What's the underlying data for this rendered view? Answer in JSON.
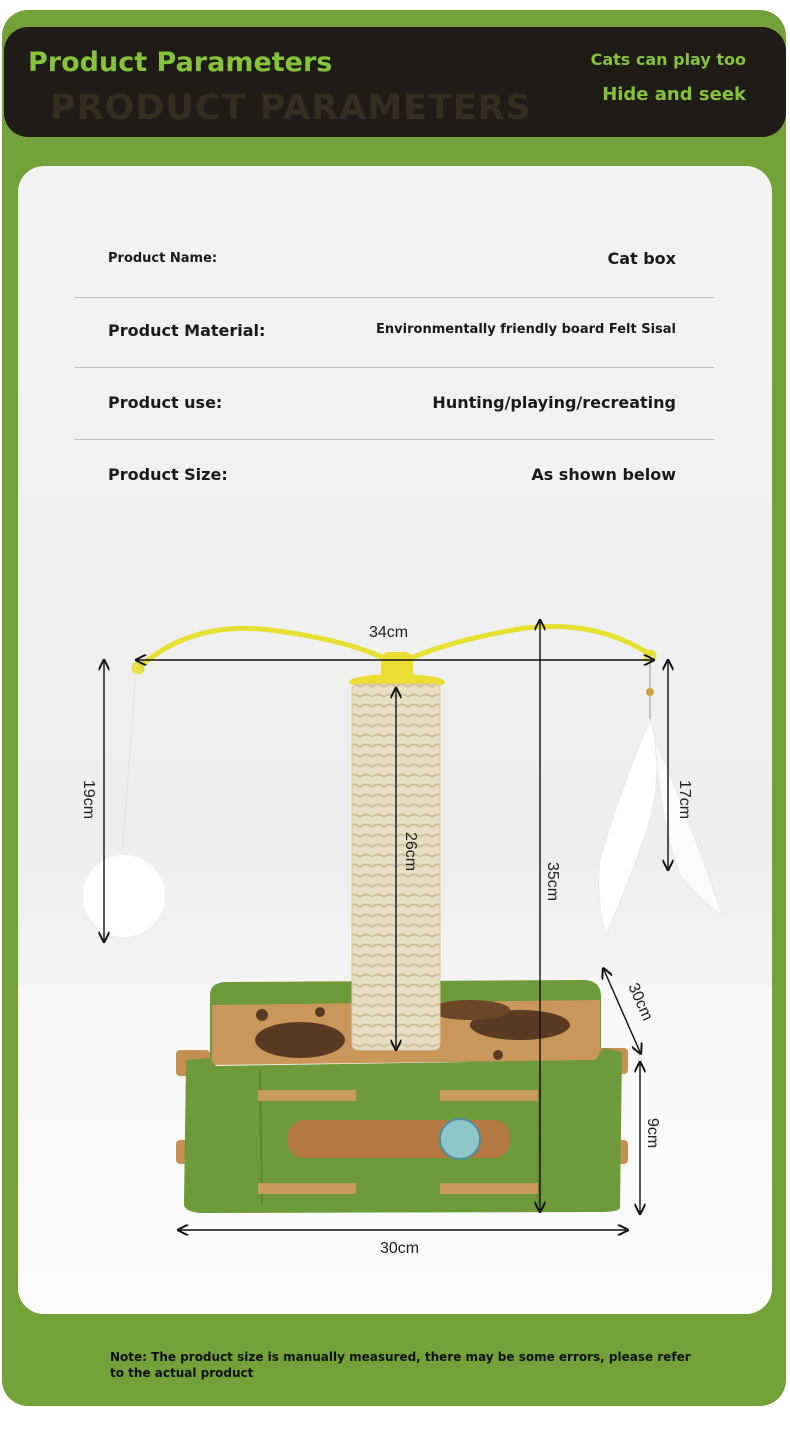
{
  "header": {
    "title": "Product Parameters",
    "title_shadow": "PRODUCT PARAMETERS",
    "tagline_1": "Cats can play too",
    "tagline_2": "Hide and seek"
  },
  "parameters": [
    {
      "label": "Product Name:",
      "value": "Cat box"
    },
    {
      "label": "Product Material:",
      "value": "Environmentally friendly board Felt Sisal"
    },
    {
      "label": "Product use:",
      "value": "Hunting/playing/recreating"
    },
    {
      "label": "Product Size:",
      "value": "As shown below"
    }
  ],
  "dimensions": {
    "width_top": "34cm",
    "left_drop": "19cm",
    "right_drop": "17cm",
    "post_height": "26cm",
    "total_height": "35cm",
    "depth": "30cm",
    "base_height": "9cm",
    "base_width": "30cm"
  },
  "note": "Note: The product size is manually measured, there may be some errors, please refer to the actual product",
  "colors": {
    "frame_green": "#74a13a",
    "header_dark": "#1f1b16",
    "accent_green": "#86c33a",
    "felt_green": "#6f9a3a",
    "wand_yellow": "#e6e032",
    "wood": "#c99a5c",
    "sisal": "#e6dcc2"
  }
}
